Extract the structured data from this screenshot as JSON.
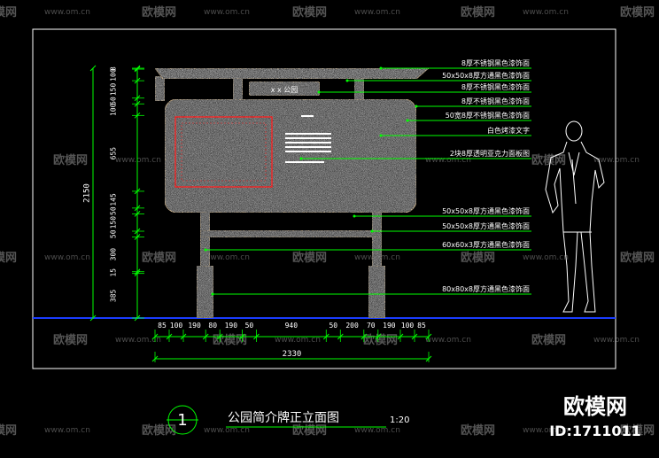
{
  "watermark": {
    "site": "www.om.cn",
    "brand": "欧模网"
  },
  "sign": {
    "header": "x x 公园"
  },
  "height_dims": [
    "8",
    "100",
    "150",
    "50",
    "100",
    "655",
    "145",
    "50",
    "150",
    "50",
    "300",
    "15",
    "385"
  ],
  "height_total": "2150",
  "width_dims": [
    "85",
    "100",
    "190",
    "80",
    "190",
    "50",
    "940",
    "50",
    "200",
    "70",
    "190",
    "100",
    "85"
  ],
  "width_total": "2330",
  "callouts": [
    "8厚不锈钢黑色漆饰面",
    "50x50x8厚方通黑色漆饰面",
    "8厚不锈钢黑色漆饰面",
    "8厚不锈钢黑色漆饰面",
    "50宽8厚不锈钢黑色漆饰面",
    "白色烤漆文字",
    "2块8厚透明亚克力面板图",
    "50x50x8厚方通黑色漆饰面",
    "50x50x8厚方通黑色漆饰面",
    "60x60x3厚方通黑色漆饰面",
    "80x80x8厚方通黑色漆饰面"
  ],
  "drawing": {
    "number": "1",
    "title": "公园简介牌正立面图",
    "scale": "1:20"
  },
  "badge": {
    "brand": "欧模网",
    "id": "ID:1711011"
  },
  "colors": {
    "background": "#000000",
    "dim": "#00ff00",
    "outline": "#ffffff",
    "ground": "#1a3cff",
    "red": "#ff2020",
    "panel": "#8f8f8f",
    "frame": "#f2d2a0"
  }
}
